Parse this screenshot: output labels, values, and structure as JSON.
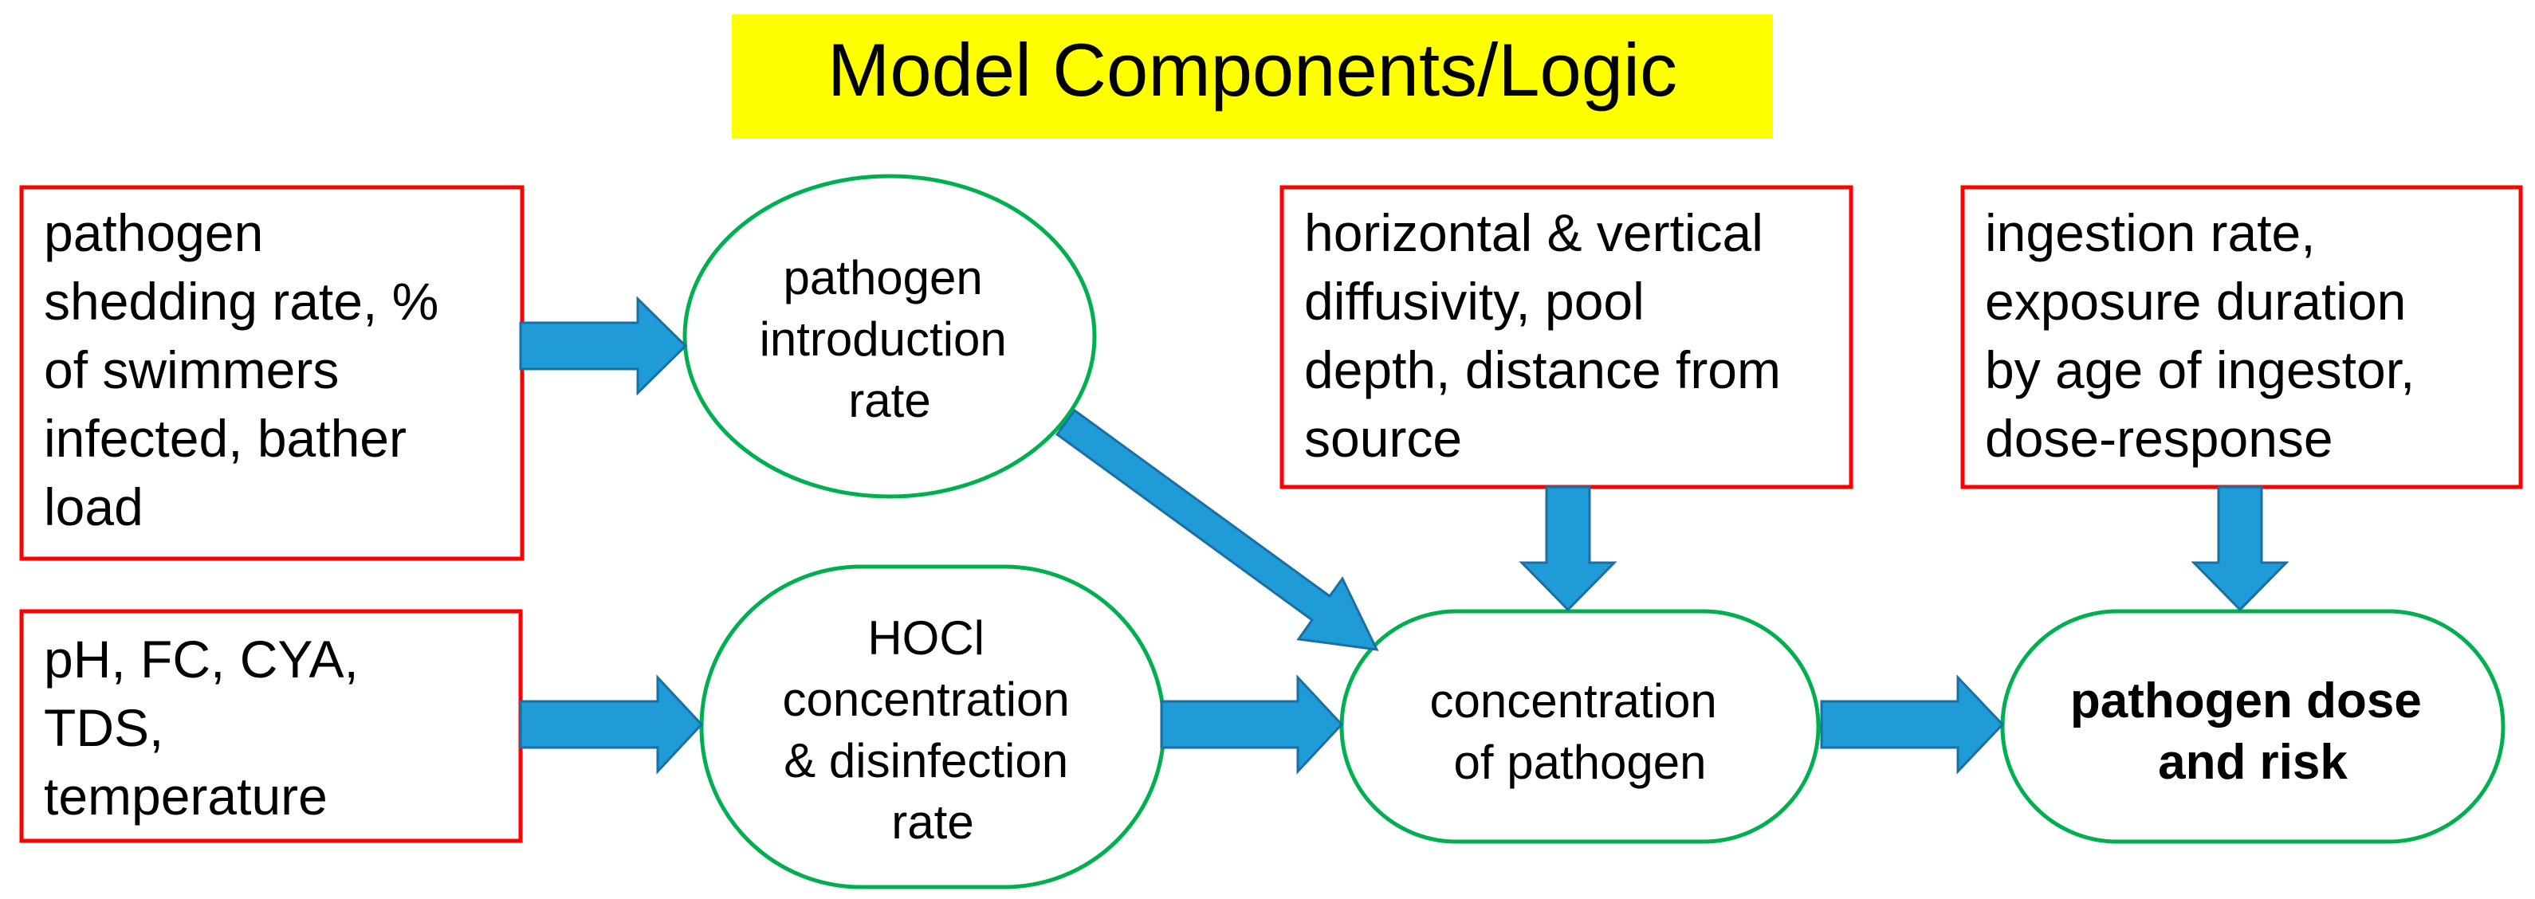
{
  "title": "Model Components/Logic",
  "colors": {
    "title_background": "#ffff00",
    "input_box_border": "#ff0000",
    "process_oval_border": "#00b050",
    "arrow_fill": "#1f9bd7",
    "arrow_stroke": "#1a6fa3"
  },
  "inputs": {
    "shedding": {
      "lines": [
        "pathogen",
        "shedding rate, %",
        "of swimmers",
        "infected, bather",
        "load"
      ]
    },
    "water_chemistry": {
      "lines": [
        "pH, FC, CYA,",
        "TDS,",
        "temperature"
      ]
    },
    "diffusivity": {
      "lines": [
        "horizontal & vertical",
        "diffusivity, pool",
        "depth, distance from",
        "source"
      ]
    },
    "ingestion": {
      "lines": [
        "ingestion rate,",
        "exposure duration",
        "by age of ingestor,",
        "dose-response"
      ]
    }
  },
  "processes": {
    "introduction": {
      "lines": [
        "pathogen",
        "introduction",
        "rate"
      ]
    },
    "disinfection": {
      "lines": [
        "HOCl",
        "concentration",
        "& disinfection",
        "rate"
      ]
    },
    "concentration": {
      "lines": [
        "concentration",
        "of pathogen"
      ]
    },
    "dose_risk": {
      "lines": [
        "pathogen dose",
        "and risk"
      ]
    }
  }
}
